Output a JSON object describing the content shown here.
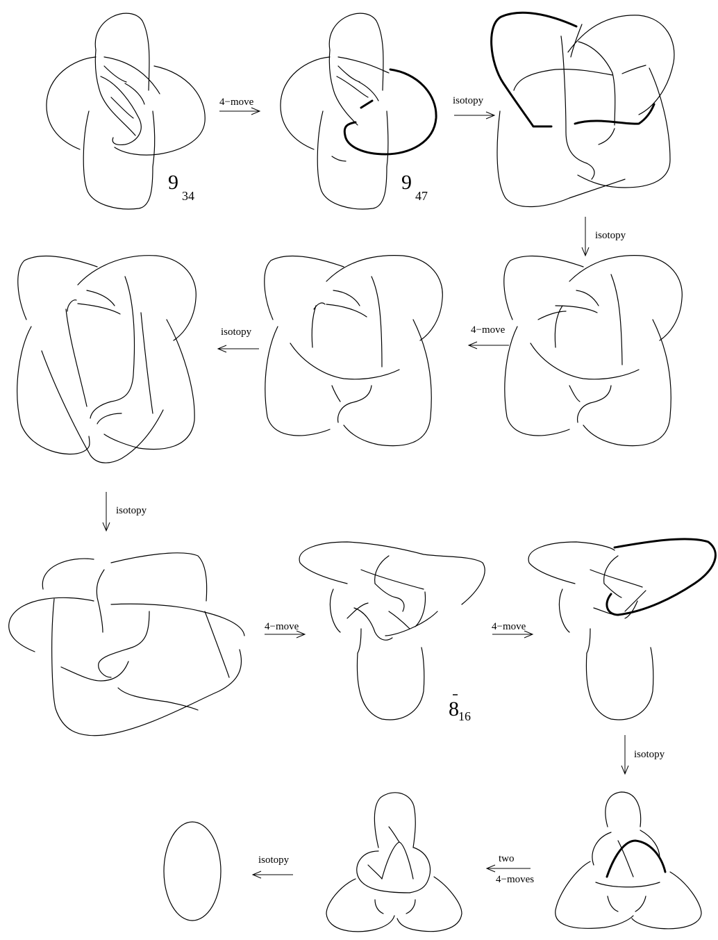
{
  "moves": {
    "m1": "4−move",
    "m2": "isotopy",
    "m3": "isotopy",
    "m4": "4−move",
    "m5": "isotopy",
    "m6": "isotopy",
    "m7": "4−move",
    "m8": "4−move",
    "m9": "isotopy",
    "m10_line1": "two",
    "m10_line2": "4−moves",
    "m11": "isotopy"
  },
  "knots": {
    "k1": {
      "number": "9",
      "subscript": "34"
    },
    "k2": {
      "number": "9",
      "subscript": "47"
    },
    "k3": {
      "number": "8",
      "subscript": "16",
      "overbar": true
    }
  }
}
